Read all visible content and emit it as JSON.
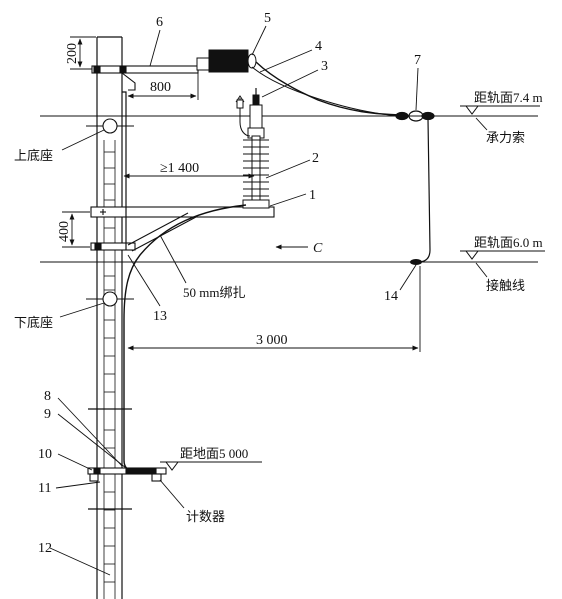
{
  "callouts": [
    "1",
    "2",
    "3",
    "4",
    "5",
    "6",
    "7",
    "8",
    "9",
    "10",
    "11",
    "12",
    "13",
    "14"
  ],
  "dimensions": {
    "d200": "200",
    "d800": "800",
    "d1400": "≥1 400",
    "d400": "400",
    "d3000": "3 000"
  },
  "labels": {
    "upper_base": "上底座",
    "lower_base": "下底座",
    "messenger": "承力索",
    "contact_wire": "接触线",
    "binding": "50 mm绑扎",
    "counter": "计数器",
    "direction_c": "C"
  },
  "levels": {
    "rail_74": "距轨面7.4 m",
    "rail_60": "距轨面6.0 m",
    "ground_5000": "距地面5 000"
  },
  "colors": {
    "ink": "#111111",
    "background": "#ffffff"
  }
}
